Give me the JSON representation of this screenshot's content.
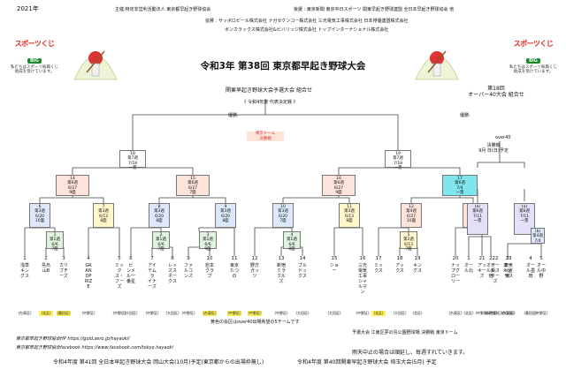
{
  "header": {
    "year": "2021年",
    "organizer": "主催:特定非営利活動法人 東京都早起き野球協会",
    "supporter": "後援 : 東京新聞  東京中日スポーツ  関東早起き野球連盟  全日本早起き野球協会  他",
    "sponsors_1": "協賛 : サッポロビール株式会社  ナガセケンコー株式会社  三光電気工事株式会社  日本俳優連盟株式会社",
    "sponsors_2": "ボンカラックス株式会社&ビバリッジ株式会社  トップインターナショナル株式会社",
    "title": "令和3年  第38回 東京都早起き野球大会"
  },
  "logo_left": {
    "brand": "スポーツくじ",
    "sub": "BIG",
    "caption": "私たちはスポーツ振興くじ\n助成を受けています。"
  },
  "logo_right": {
    "brand": "スポーツくじ",
    "sub": "BIG",
    "caption": "私たちはスポーツ振興くじ\n助成を受けています。"
  },
  "main_section": {
    "subtitle": "関東早起き野球大会予選大会 組合せ",
    "note": "《 令和4年度 代表決定戦 》",
    "winner_label": "優勝:",
    "final_venue": "東京ドーム\n決勝戦"
  },
  "over40_section": {
    "title": "第18回\nオーバー40大会 組合せ",
    "winner_label": "優勝:",
    "label": "over40",
    "final_box": "決勝戦\n9月 日(日)予定"
  },
  "boxes": [
    {
      "id": "r1",
      "label": "18\n第7週\n7/18\n一塁",
      "color": ""
    },
    {
      "id": "r2",
      "label": "19\n第7週\n7/18\n一塁",
      "color": ""
    },
    {
      "id": "q1",
      "label": "14\n第6週\n6/27\n9面",
      "color": "pink"
    },
    {
      "id": "q2",
      "label": "15\n第6週\n6/27\n7面",
      "color": "pink"
    },
    {
      "id": "q3",
      "label": "16\n第6週\n6/27\n9面",
      "color": "pink"
    },
    {
      "id": "q4",
      "label": "17\n第6週\n7/4\n一塁",
      "color": "cyn"
    },
    {
      "id": "s1",
      "label": "6\n第3週\n6/20\n10面",
      "color": "blu"
    },
    {
      "id": "s2",
      "label": "7\n第3週\n6/13\n8面",
      "color": "yel"
    },
    {
      "id": "s3",
      "label": "8\n第3週\n6/20\n8面",
      "color": "blu"
    },
    {
      "id": "s4",
      "label": "9\n第3週\n6/20\n8面",
      "color": "blu"
    },
    {
      "id": "s5",
      "label": "10\n第3週\n6/20\n7面",
      "color": "blu"
    },
    {
      "id": "s6",
      "label": "11\n第3週\n6/13\n8面",
      "color": "yel"
    },
    {
      "id": "s7",
      "label": "12\n第4週\n6/27\n10面",
      "color": "pink"
    },
    {
      "id": "s8",
      "label": "13\n第3週\n6/20\n10面",
      "color": "pink"
    },
    {
      "id": "f1",
      "label": "1\n第1週\n6/6\n7面",
      "color": "grn"
    },
    {
      "id": "f2",
      "label": "2\n第1週\n6/6\n7面",
      "color": "grn"
    },
    {
      "id": "f3",
      "label": "3\n第1週\n6/6\n9面",
      "color": "grn"
    },
    {
      "id": "f4",
      "label": "4\n第1週\n6/6\n8面",
      "color": "grn"
    },
    {
      "id": "f5",
      "label": "5\n第2週\n6/13\n7面",
      "color": "yel"
    },
    {
      "id": "o1",
      "label": "(a)\n第6週\n7/11\n一塁",
      "color": "pur"
    },
    {
      "id": "o2",
      "label": "(a)\n第6週\n7/11\n一塁",
      "color": "pur"
    },
    {
      "id": "o3",
      "label": "(b)\n第4週\n7/4",
      "color": "blu"
    }
  ],
  "teams": [
    {
      "no": "1",
      "name": "浅草キングス",
      "region": "(台東区)",
      "hl": false
    },
    {
      "no": "2",
      "name": "島烏山B",
      "region": "(北区)",
      "hl": true
    },
    {
      "no": "3",
      "name": "カリブチーズ",
      "region": "(墨田区)",
      "hl": true
    },
    {
      "no": "4",
      "name": "GRANDPRIZE",
      "region": "(中野区)",
      "hl": false
    },
    {
      "no": "5",
      "name": "ミックス・フーズ",
      "region": "(中野区)",
      "hl": false
    },
    {
      "no": "6",
      "name": "ビンメル一番星",
      "region": "(大田区)",
      "hl": false
    },
    {
      "no": "7",
      "name": "アイテムライナーズ",
      "region": "(中野区)",
      "hl": false
    },
    {
      "no": "8",
      "name": "レッズスネークス",
      "region": "(大田区)",
      "hl": false
    },
    {
      "no": "9",
      "name": "ファルコンズ",
      "region": "(中野区)",
      "hl": false
    },
    {
      "no": "10",
      "name": "岩本クラブ",
      "region": "(台東区)",
      "hl": true
    },
    {
      "no": "11",
      "name": "東京たつの",
      "region": "(中野区)",
      "hl": true
    },
    {
      "no": "12",
      "name": "野方ガッツ",
      "region": "(中野区)",
      "hl": true
    },
    {
      "no": "13",
      "name": "新宿ミラクルズ",
      "region": "(中野区)",
      "hl": false
    },
    {
      "no": "14",
      "name": "ブルドックス",
      "region": "(大田区)",
      "hl": false
    },
    {
      "no": "15",
      "name": "ショー",
      "region": "(大田区)",
      "hl": false
    },
    {
      "no": "16",
      "name": "三光電気工事シャルマン",
      "region": "(中野区)",
      "hl": false
    },
    {
      "no": "17",
      "name": "ミックス",
      "region": "(北区)",
      "hl": true
    },
    {
      "no": "18",
      "name": "アックス",
      "region": "(大田区)",
      "hl": false
    },
    {
      "no": "19",
      "name": "キングス",
      "region": "(北区)",
      "hl": false
    },
    {
      "no": "20",
      "name": "ナップグローリー",
      "region": "(台東区)",
      "hl": false
    },
    {
      "no": "21",
      "name": "アッキーズ",
      "region": "(中野区)",
      "hl": false
    },
    {
      "no": "22",
      "name": "オールスターズ",
      "region": "(中野区)",
      "hl": false
    },
    {
      "no": "23",
      "name": "東京ペガサス",
      "region": "(大田区)",
      "hl": false
    }
  ],
  "over40_teams": [
    {
      "no": "1",
      "name": "オール北",
      "region": "(北区)"
    },
    {
      "no": "2",
      "name": "オール新宿",
      "region": "(新宿区)"
    },
    {
      "no": "3",
      "name": "オール台東",
      "region": "(台東区)"
    },
    {
      "no": "4",
      "name": "オール墨田",
      "region": "(墨田区)"
    },
    {
      "no": "5",
      "name": "オール中野",
      "region": "(中野区)"
    }
  ],
  "legend": {
    "note": "黄色の会区はover40出場希望の5チームです",
    "schedule": "予選大会  江東区夢の島公園野球場    決勝戦  東京ドーム"
  },
  "footer": {
    "url1": "東京都早起き野球協会HP https://gold.zero.jp/hayaoki/",
    "url2": "東京都早起き野球協会facebook https://www.facebook.com/tokyo.hayaoki",
    "rain": "雨天中止の場合は順延し、毎週すれていきます。",
    "line1": "令和4年度  第41回 全日本早起き野球大会  岡山大会(10月)予定(東京都からの出場枠無し)",
    "line2": "令和4年度  第40回関東早起き野球大会  埼玉大会(5月) 予定"
  }
}
